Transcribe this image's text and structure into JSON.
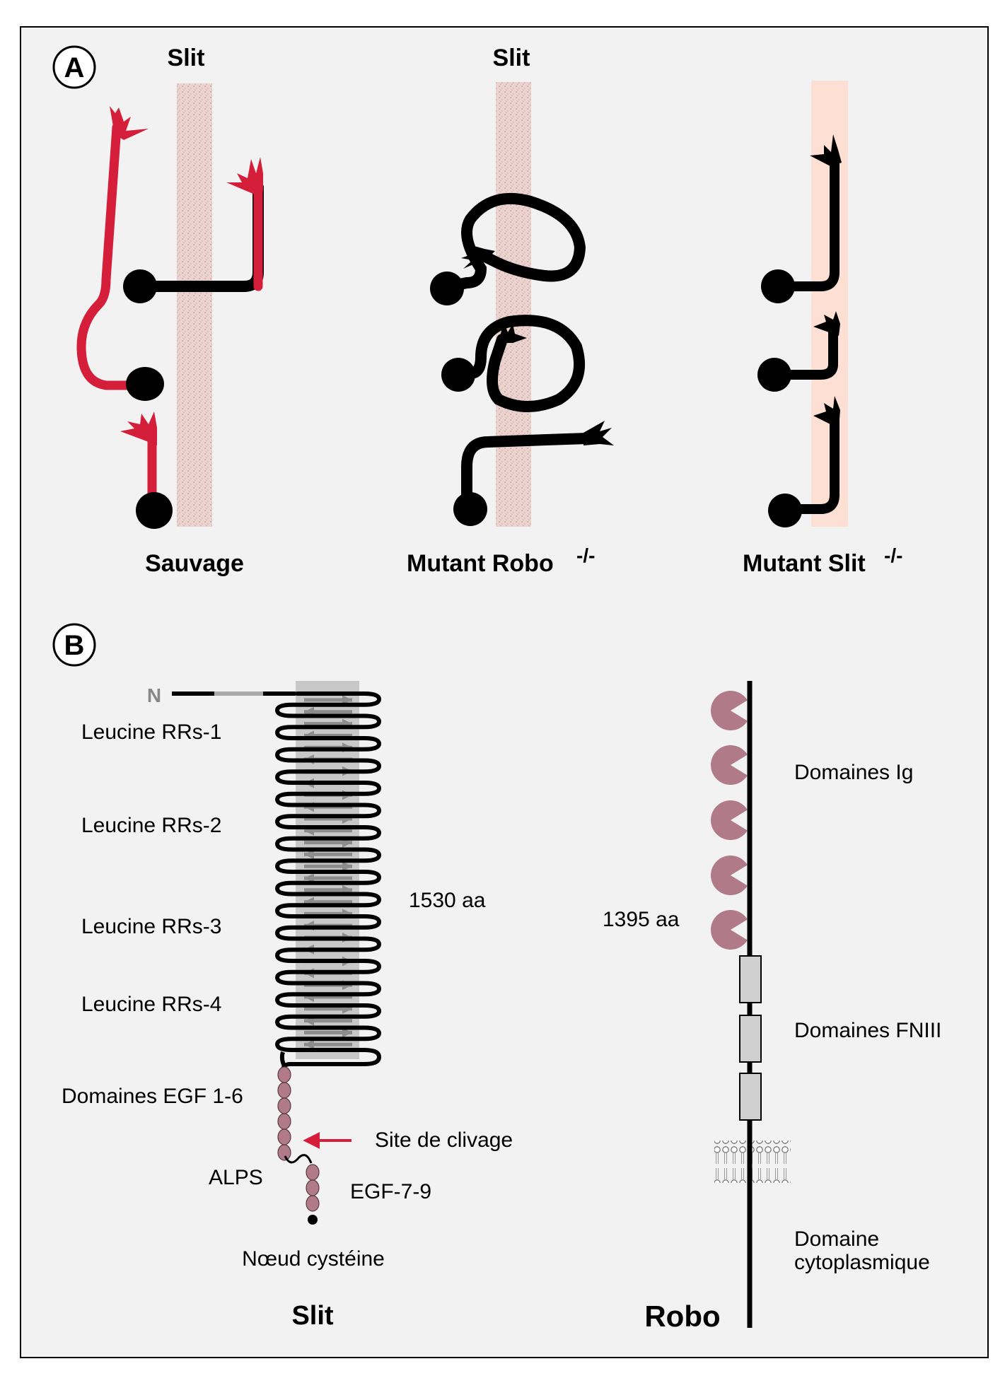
{
  "panel_a": {
    "badge": "A",
    "slit_label_1": "Slit",
    "slit_label_2": "Slit",
    "captions": {
      "wild_type": "Sauvage",
      "robo_mutant": "Mutant Robo",
      "robo_mutant_sup": "-/-",
      "slit_mutant": "Mutant Slit",
      "slit_mutant_sup": "-/-"
    }
  },
  "panel_b": {
    "badge": "B",
    "slit": {
      "n_terminus": "N",
      "lrr_labels": [
        "Leucine RRs-1",
        "Leucine RRs-2",
        "Leucine RRs-3",
        "Leucine RRs-4"
      ],
      "length": "1530 aa",
      "egf_label": "Domaines EGF 1-6",
      "cleavage_label": "Site de clivage",
      "alps_label": "ALPS",
      "egf79_label": "EGF-7-9",
      "cysteine_knot_label": "Nœud cystéine",
      "title": "Slit"
    },
    "robo": {
      "ig_label": "Domaines Ig",
      "length": "1395 aa",
      "fniii_label": "Domaines FNIII",
      "cyto_label_1": "Domaine",
      "cyto_label_2": "cytoplasmique",
      "title": "Robo"
    }
  },
  "colors": {
    "background": "#f2f2f2",
    "border": "#000000",
    "axon_red": "#d41e3a",
    "axon_black": "#000000",
    "midline_stippled": "#e8c8c4",
    "midline_plain": "#fde0d3",
    "domain_mauve": "#b07a88",
    "lrr_band": "#c8c8c8",
    "lrr_arrow": "#8c8c8c",
    "fniii_box": "#cfcfcf",
    "cleavage_arrow": "#d41e3a"
  }
}
